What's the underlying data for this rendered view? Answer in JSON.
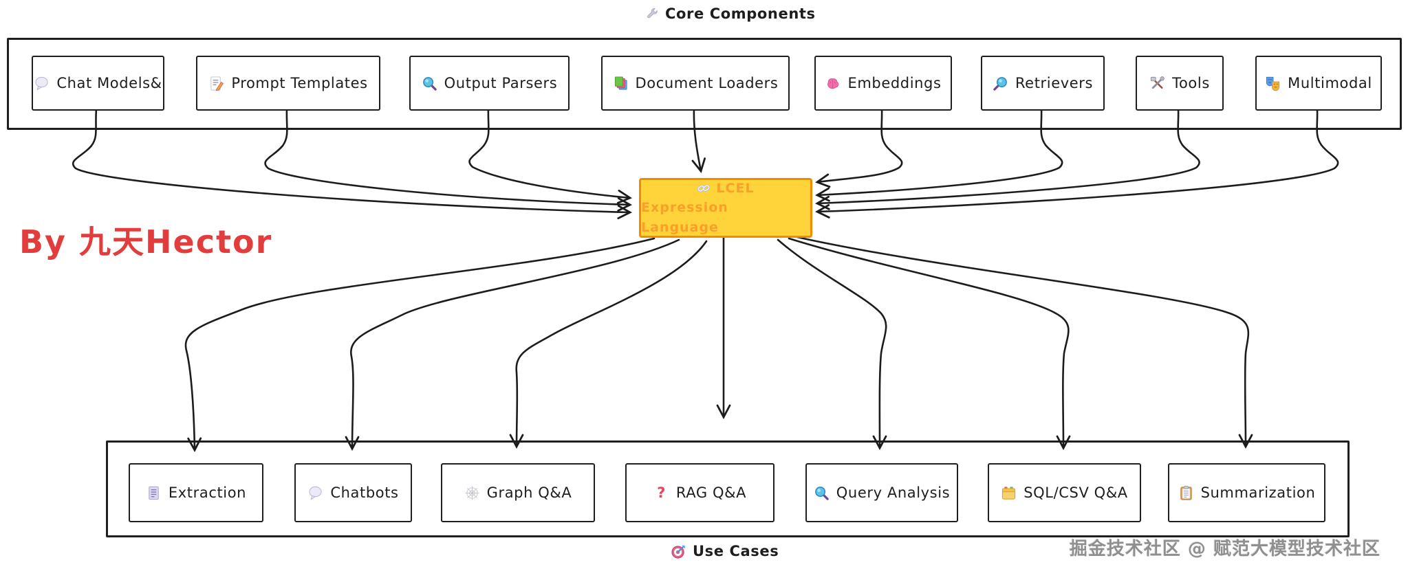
{
  "title": {
    "icon": "wrench-icon",
    "label": "Core Components"
  },
  "author_credit": "By 九天Hector",
  "center_node": {
    "icon": "link-icon",
    "line1": "LCEL",
    "line2": "Expression Language"
  },
  "core_components": [
    {
      "icon": "speech-balloon-icon",
      "label": "Chat Models&"
    },
    {
      "icon": "memo-icon",
      "label": "Prompt Templates"
    },
    {
      "icon": "magnifier-icon",
      "label": "Output Parsers"
    },
    {
      "icon": "bookmark-tabs-icon",
      "label": "Document Loaders"
    },
    {
      "icon": "brain-icon",
      "label": "Embeddings"
    },
    {
      "icon": "magnifier-left-icon",
      "label": "Retrievers"
    },
    {
      "icon": "hammer-wrench-icon",
      "label": "Tools"
    },
    {
      "icon": "masks-icon",
      "label": "Multimodal"
    }
  ],
  "use_cases_title": {
    "icon": "dart-icon",
    "label": "Use Cases"
  },
  "use_cases": [
    {
      "icon": "page-icon",
      "label": "Extraction"
    },
    {
      "icon": "speech-balloon-icon",
      "label": "Chatbots"
    },
    {
      "icon": "spider-web-icon",
      "label": "Graph Q&A"
    },
    {
      "icon": "question-icon",
      "label": "RAG Q&A"
    },
    {
      "icon": "magnifier-icon",
      "label": "Query Analysis"
    },
    {
      "icon": "card-index-icon",
      "label": "SQL/CSV Q&A"
    },
    {
      "icon": "clipboard-icon",
      "label": "Summarization"
    }
  ],
  "watermark": "掘金技术社区 @ 赋范大模型技术社区",
  "edges": {
    "into_center": [
      "Chat Models&",
      "Prompt Templates",
      "Output Parsers",
      "Document Loaders",
      "Embeddings",
      "Retrievers",
      "Tools",
      "Multimodal"
    ],
    "out_of_center": [
      "Extraction",
      "Chatbots",
      "Graph Q&A",
      "RAG Q&A",
      "Query Analysis",
      "SQL/CSV Q&A",
      "Summarization"
    ]
  },
  "colors": {
    "center_fill": "#ffd43b",
    "center_border": "#f08c00",
    "center_text": "#fa9f2a",
    "author_red": "#e23c3c",
    "line_stroke": "#1c1c1c",
    "watermark_gray": "#8f8f8f"
  }
}
